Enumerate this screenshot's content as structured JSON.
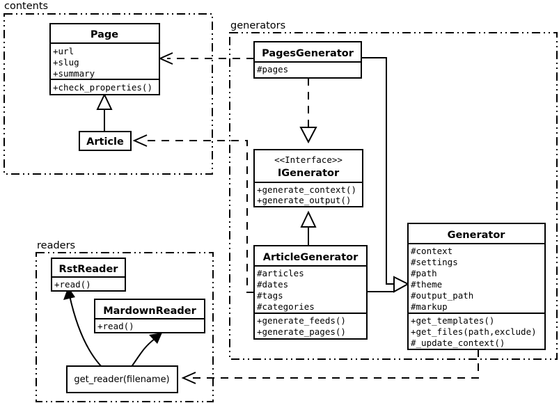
{
  "diagram": {
    "kind": "uml-class-diagram",
    "title": "Pelican architecture class diagram",
    "background": "#ffffff",
    "line_color": "#000000"
  },
  "packages": [
    {
      "id": "contents",
      "label": "contents"
    },
    {
      "id": "generators",
      "label": "generators"
    },
    {
      "id": "readers",
      "label": "readers"
    }
  ],
  "classes": {
    "page": {
      "name": "Page",
      "attributes": [
        "+url",
        "+slug",
        "+summary"
      ],
      "methods": [
        "+check_properties()"
      ]
    },
    "article": {
      "name": "Article",
      "attributes": [],
      "methods": []
    },
    "pages_generator": {
      "name": "PagesGenerator",
      "attributes": [
        "#pages"
      ],
      "methods": []
    },
    "igenerator": {
      "stereotype": "<<Interface>>",
      "name": "IGenerator",
      "attributes": [],
      "methods": [
        "+generate_context()",
        "+generate_output()"
      ]
    },
    "article_generator": {
      "name": "ArticleGenerator",
      "attributes": [
        "#articles",
        "#dates",
        "#tags",
        "#categories"
      ],
      "methods": [
        "+generate_feeds()",
        "+generate_pages()"
      ]
    },
    "generator": {
      "name": "Generator",
      "attributes": [
        "#context",
        "#settings",
        "#path",
        "#theme",
        "#output_path",
        "#markup"
      ],
      "methods": [
        "+get_templates()",
        "+get_files(path,exclude)",
        "#_update_context()"
      ]
    },
    "rst_reader": {
      "name": "RstReader",
      "attributes": [],
      "methods": [
        "+read()"
      ]
    },
    "mardown_reader": {
      "name": "MardownReader",
      "attributes": [],
      "methods": [
        "+read()"
      ]
    },
    "get_reader": {
      "name": "get_reader(filename)"
    }
  },
  "relations": [
    {
      "id": "article-inherits-page",
      "from": "Article",
      "to": "Page",
      "type": "generalization",
      "style": "solid",
      "arrow": "hollow-triangle"
    },
    {
      "id": "pagesgenerator-realizes-igenerator",
      "from": "PagesGenerator",
      "to": "IGenerator",
      "type": "realization",
      "style": "dashed",
      "arrow": "hollow-triangle"
    },
    {
      "id": "articlegenerator-realizes-igenerator",
      "from": "ArticleGenerator",
      "to": "IGenerator",
      "type": "realization",
      "style": "solid",
      "arrow": "hollow-triangle"
    },
    {
      "id": "pagesgenerator-inherits-generator",
      "from": "PagesGenerator",
      "to": "Generator",
      "type": "generalization",
      "style": "solid",
      "arrow": "hollow-triangle"
    },
    {
      "id": "articlegenerator-inherits-generator",
      "from": "ArticleGenerator",
      "to": "Generator",
      "type": "generalization",
      "style": "solid",
      "arrow": "hollow-triangle"
    },
    {
      "id": "pagesgenerator-uses-page",
      "from": "PagesGenerator",
      "to": "Page",
      "type": "dependency",
      "style": "dashed",
      "arrow": "open-arrow"
    },
    {
      "id": "articlegenerator-uses-article",
      "from": "ArticleGenerator",
      "to": "Article",
      "type": "dependency",
      "style": "dashed",
      "arrow": "open-arrow"
    },
    {
      "id": "generator-uses-get-reader",
      "from": "Generator",
      "to": "get_reader(filename)",
      "type": "dependency",
      "style": "dashed",
      "arrow": "open-arrow"
    },
    {
      "id": "get-reader-returns-rstreader",
      "from": "get_reader(filename)",
      "to": "RstReader",
      "type": "curved-dependency",
      "style": "solid",
      "arrow": "filled-arrow"
    },
    {
      "id": "get-reader-returns-mardownreader",
      "from": "get_reader(filename)",
      "to": "MardownReader",
      "type": "curved-dependency",
      "style": "solid",
      "arrow": "filled-arrow"
    }
  ]
}
